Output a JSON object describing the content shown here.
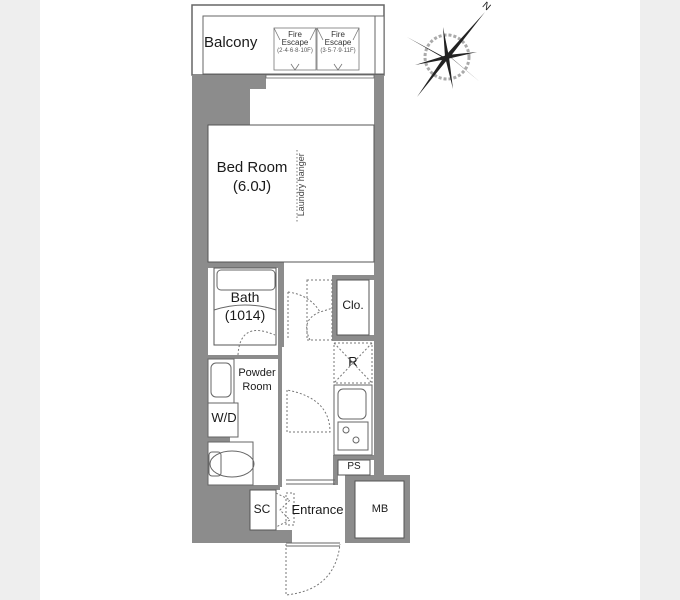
{
  "floor_plan": {
    "type": "1K apartment floor plan",
    "compass": {
      "icon": "compass-rose-icon",
      "north_label": "N"
    },
    "rooms": {
      "balcony": {
        "label": "Balcony"
      },
      "fire_escape_1": {
        "label_line1": "Fire",
        "label_line2": "Escape",
        "floors": "(2·4·6·8·10F)"
      },
      "fire_escape_2": {
        "label_line1": "Fire",
        "label_line2": "Escape",
        "floors": "(3·5·7·9·11F)"
      },
      "bedroom": {
        "label": "Bed Room",
        "size": "(6.0J)"
      },
      "laundry_hanger": {
        "label": "Laundry hanger"
      },
      "bath": {
        "label": "Bath",
        "size": "(1014)"
      },
      "closet": {
        "label": "Clo."
      },
      "refrigerator": {
        "label": "R"
      },
      "powder_room": {
        "label_line1": "Powder",
        "label_line2": "Room"
      },
      "washer_dryer": {
        "label": "W/D"
      },
      "pipe_space": {
        "label": "PS"
      },
      "shoe_closet": {
        "label": "SC"
      },
      "entrance": {
        "label": "Entrance"
      },
      "meter_box": {
        "label": "MB"
      }
    },
    "colors": {
      "wall": "#8c8c8c",
      "line": "#555555",
      "side_panel": "#eeeeee",
      "background": "#ffffff"
    }
  }
}
